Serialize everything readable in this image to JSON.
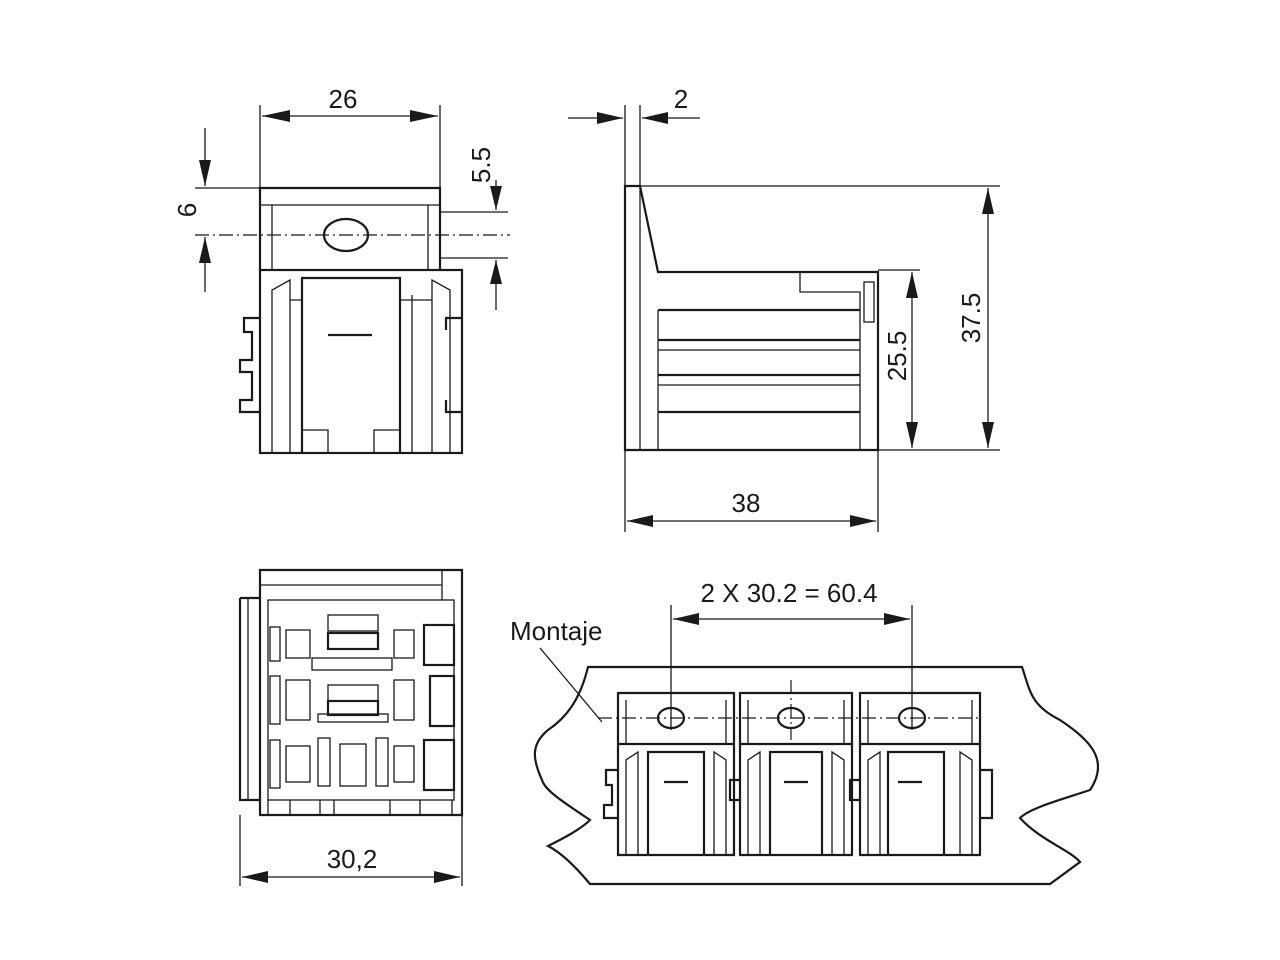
{
  "dimensions": {
    "top_width": "26",
    "hole_offset": "5.5",
    "top_height": "6",
    "side_offset": "2",
    "total_height": "37.5",
    "body_height": "25.5",
    "depth": "38",
    "bottom_width": "30,2",
    "pitch": "2 X 30.2 = 60.4"
  },
  "labels": {
    "mounting": "Montaje"
  }
}
